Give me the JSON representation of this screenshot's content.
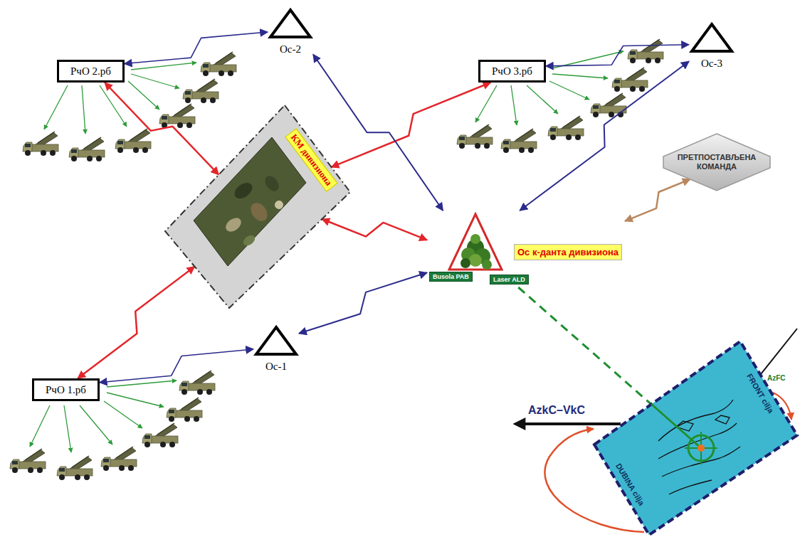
{
  "diagram": {
    "nodes": [
      {
        "text": [
          "РчО 2.рб"
        ]
      },
      {
        "text": [
          "Ос-2"
        ]
      },
      {
        "text": [
          "РчО 3.рб"
        ]
      },
      {
        "text": [
          "Ос-3"
        ]
      },
      {
        "text": [
          "КМ дивизиона"
        ]
      },
      {
        "text": [
          "ПРЕТПОСТАВЉЕНА КОМАНДА"
        ]
      },
      {
        "text": [
          "Ос к-данта дивизиона",
          "Busola PAB",
          "Laser ALD"
        ]
      },
      {
        "text": [
          "РчО 1.рб"
        ]
      },
      {
        "text": [
          "Ос-1"
        ]
      },
      {
        "text": [
          "FRONT cilja",
          "DUBINA cilja"
        ]
      }
    ],
    "edges": [
      {
        "from": 1,
        "to": 0,
        "arrow": "both"
      },
      {
        "from": 0,
        "to": 4,
        "arrow": "both"
      },
      {
        "from": 4,
        "to": 2,
        "arrow": "both"
      },
      {
        "from": 3,
        "to": 2,
        "arrow": "both"
      },
      {
        "from": 1,
        "to": 6,
        "arrow": "both"
      },
      {
        "from": 3,
        "to": 6,
        "arrow": "both"
      },
      {
        "from": 4,
        "to": 6,
        "arrow": "both"
      },
      {
        "from": 6,
        "to": 5,
        "arrow": "both"
      },
      {
        "from": 8,
        "to": 6,
        "arrow": "both"
      },
      {
        "from": 4,
        "to": 7,
        "arrow": "both"
      },
      {
        "from": 8,
        "to": 7,
        "arrow": "both"
      },
      {
        "from": 6,
        "to": 9,
        "arrow": "none"
      }
    ],
    "labels": [
      "AzkC–VkC",
      "AzFC"
    ]
  }
}
